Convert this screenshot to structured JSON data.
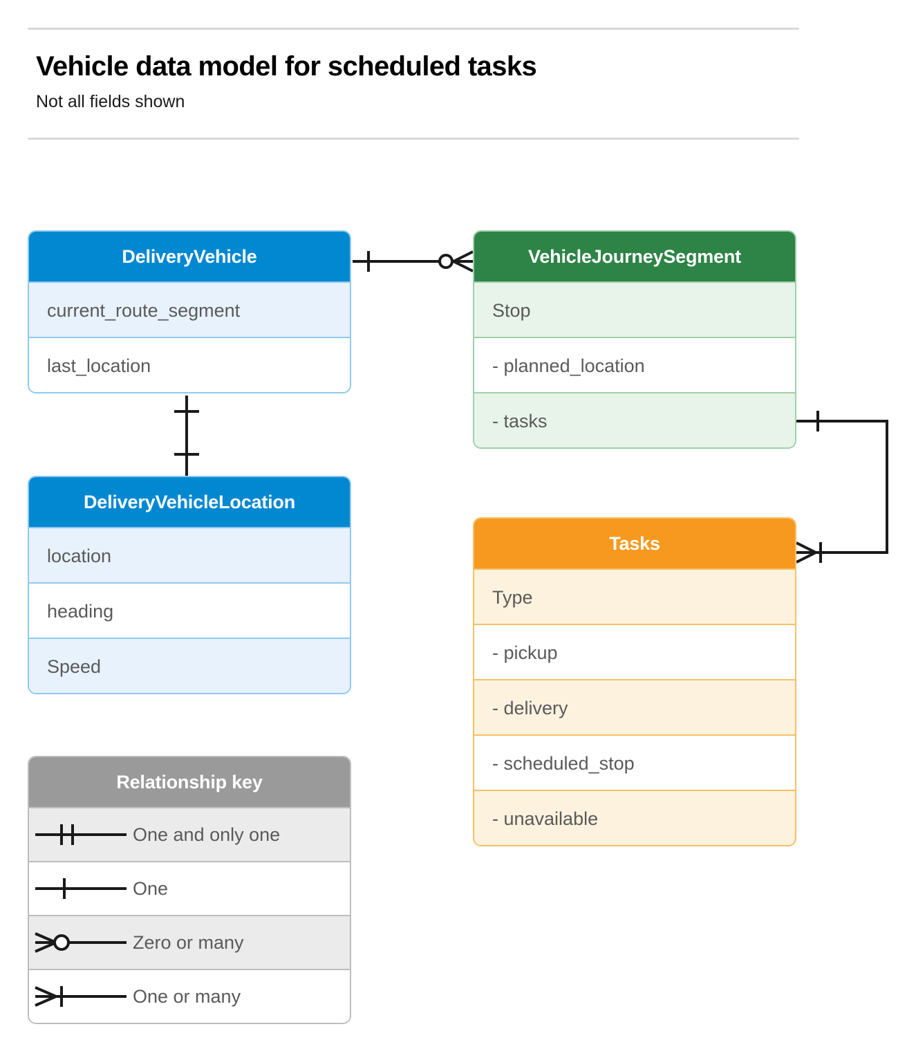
{
  "header": {
    "title": "Vehicle data model for scheduled tasks",
    "subtitle": "Not all fields shown"
  },
  "colors": {
    "blue_header": "#0288d1",
    "blue_row": "#e8f2fd",
    "blue_border": "#90c9f0",
    "green_header": "#2e8446",
    "green_row": "#e8f4ea",
    "green_border": "#9ed0a9",
    "orange_header": "#f6991e",
    "orange_row": "#fdf2de",
    "orange_border": "#f7bf63",
    "grey_header": "#9a9a9a",
    "grey_row": "#ebebeb",
    "grey_border": "#bdbdbd",
    "connector": "#1a1a1a",
    "rule": "#d8d8d8"
  },
  "entities": [
    {
      "id": "delivery-vehicle",
      "title": "DeliveryVehicle",
      "rows": [
        "current_route_segment",
        "last_location"
      ]
    },
    {
      "id": "vehicle-journey-segment",
      "title": "VehicleJourneySegment",
      "rows": [
        "Stop",
        "-  planned_location",
        "- tasks"
      ]
    },
    {
      "id": "delivery-vehicle-location",
      "title": "DeliveryVehicleLocation",
      "rows": [
        "location",
        "heading",
        "Speed"
      ]
    },
    {
      "id": "tasks",
      "title": "Tasks",
      "rows": [
        "Type",
        "-  pickup",
        "-  delivery",
        "-  scheduled_stop",
        "-  unavailable"
      ]
    }
  ],
  "legend": {
    "title": "Relationship key",
    "items": [
      {
        "symbol": "one-and-only-one-icon",
        "label": "One and only one"
      },
      {
        "symbol": "one-icon",
        "label": "One"
      },
      {
        "symbol": "zero-or-many-icon",
        "label": "Zero or many"
      },
      {
        "symbol": "one-or-many-icon",
        "label": "One or many"
      }
    ]
  },
  "relationships": [
    {
      "id": "vehicle-to-journey-segment",
      "from": "DeliveryVehicle",
      "to": "VehicleJourneySegment",
      "from_cardinality": "One",
      "to_cardinality": "Zero or many"
    },
    {
      "id": "vehicle-to-location",
      "from": "DeliveryVehicle",
      "to": "DeliveryVehicleLocation",
      "from_cardinality": "One",
      "to_cardinality": "One"
    },
    {
      "id": "journey-segment-tasks-to-tasks",
      "from": "VehicleJourneySegment.tasks",
      "to": "Tasks",
      "from_cardinality": "One",
      "to_cardinality": "One or many"
    }
  ]
}
